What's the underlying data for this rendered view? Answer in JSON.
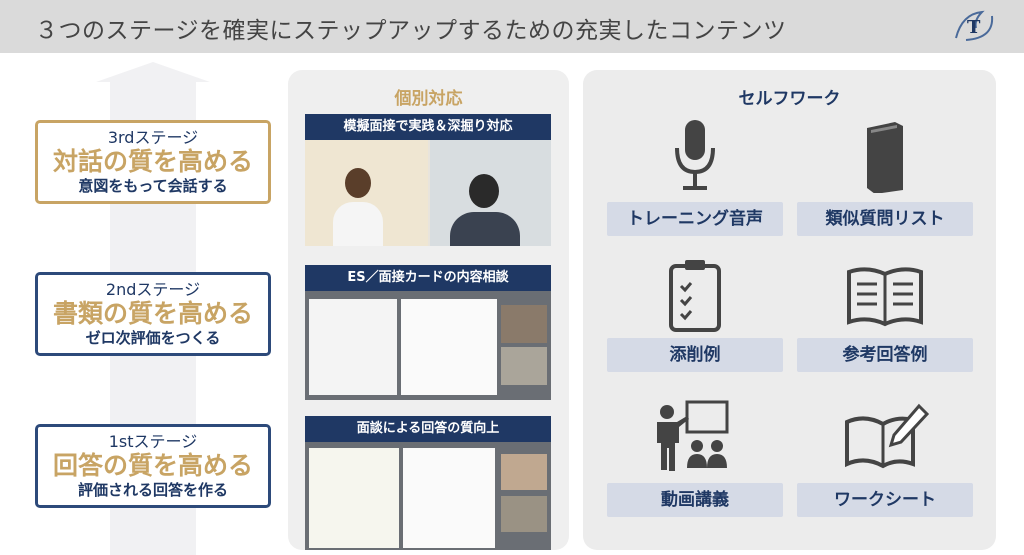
{
  "header": {
    "title": "３つのステージを確実にステップアップするための充実したコンテンツ",
    "logo_text": "T"
  },
  "stages": [
    {
      "level": "3rdステージ",
      "main": "対話の質を高める",
      "sub": "意図をもって会話する"
    },
    {
      "level": "2ndステージ",
      "main": "書類の質を高める",
      "sub": "ゼロ次評価をつくる"
    },
    {
      "level": "1stステージ",
      "main": "回答の質を高める",
      "sub": "評価される回答を作る"
    }
  ],
  "individual": {
    "title": "個別対応",
    "cards": [
      {
        "caption": "模擬面接で実践＆深掘り対応"
      },
      {
        "caption": "ES／面接カードの内容相談"
      },
      {
        "caption": "面談による回答の質向上"
      }
    ]
  },
  "selfwork": {
    "title": "セルフワーク",
    "items": [
      {
        "label": "トレーニング音声",
        "icon": "microphone-icon"
      },
      {
        "label": "類似質問リスト",
        "icon": "book-icon"
      },
      {
        "label": "添削例",
        "icon": "clipboard-checklist-icon"
      },
      {
        "label": "参考回答例",
        "icon": "open-book-icon"
      },
      {
        "label": "動画講義",
        "icon": "lecture-icon"
      },
      {
        "label": "ワークシート",
        "icon": "worksheet-pen-icon"
      }
    ]
  },
  "colors": {
    "gold": "#c8a464",
    "navy": "#1f3864",
    "stage_border": "#2d4a7a"
  }
}
